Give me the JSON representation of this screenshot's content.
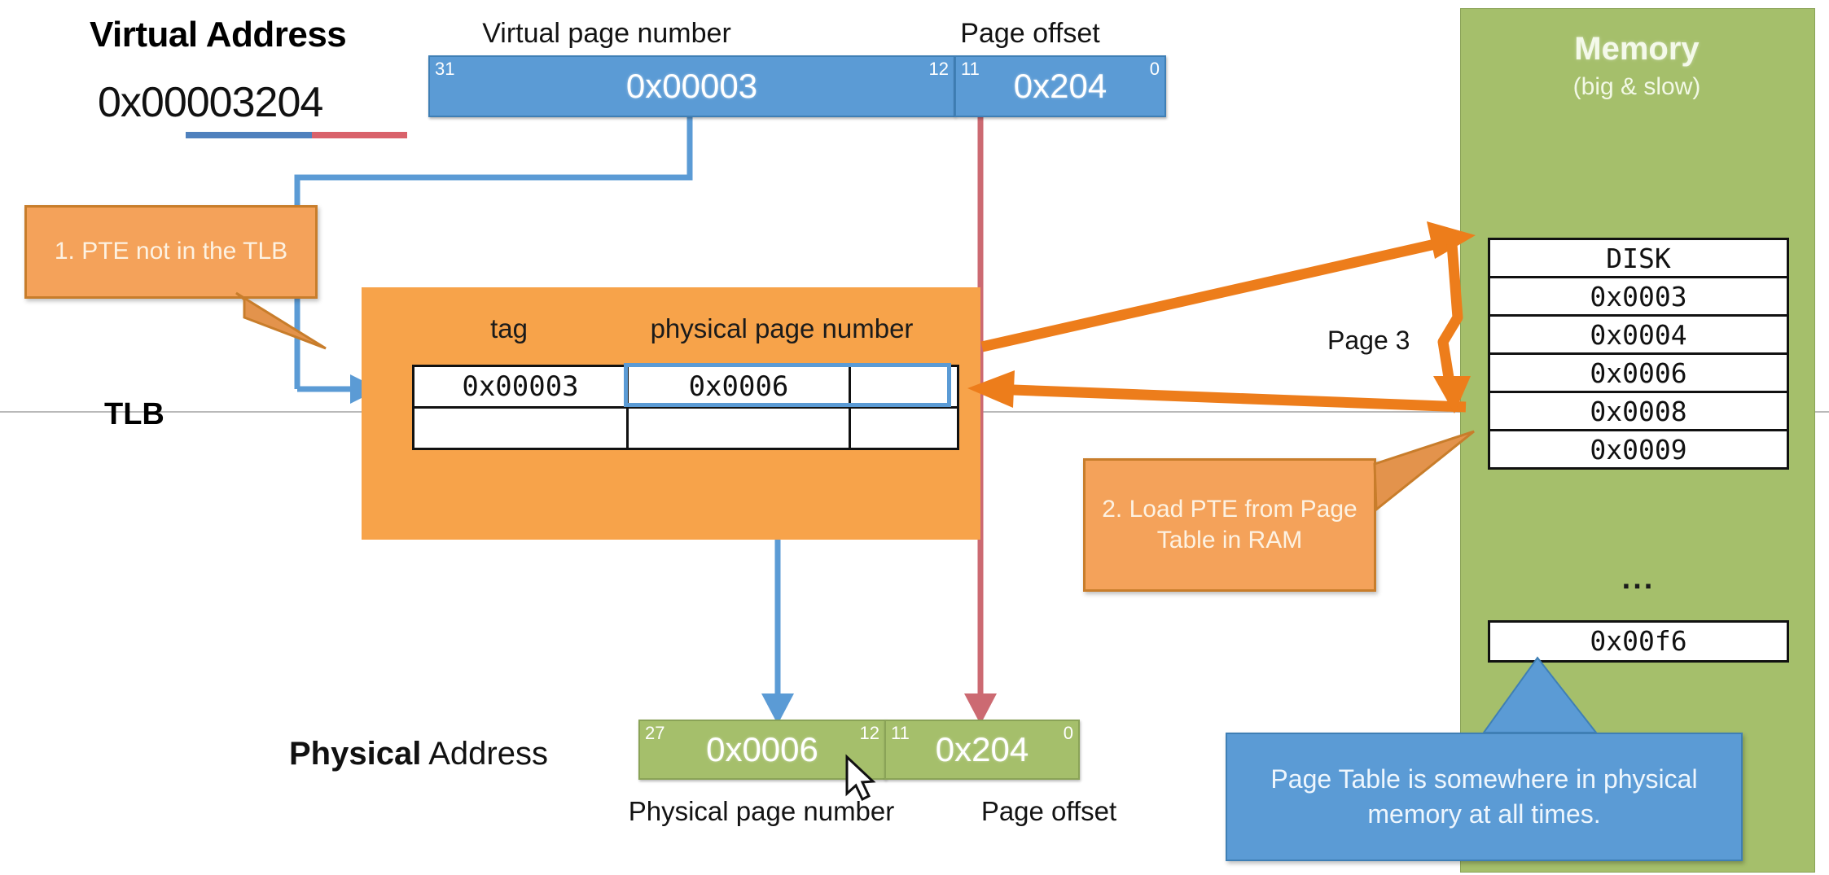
{
  "virtual_address": {
    "title": "Virtual Address",
    "value": "0x00003204",
    "vpn_caption": "Virtual page number",
    "offset_caption": "Page offset",
    "vpn_bit_high": "31",
    "vpn_bit_low": "12",
    "vpn_value": "0x00003",
    "offset_bit_high": "11",
    "offset_bit_low": "0",
    "offset_value": "0x204"
  },
  "tlb": {
    "label": "TLB",
    "header_tag": "tag",
    "header_ppn": "physical page number",
    "rows": [
      {
        "tag": "0x00003",
        "ppn": "0x0006",
        "extra": ""
      },
      {
        "tag": "",
        "ppn": "",
        "extra": ""
      }
    ]
  },
  "callouts": {
    "step1": "1. PTE not in the TLB",
    "step2": "2. Load PTE from Page Table in RAM"
  },
  "memory": {
    "title": "Memory",
    "subtitle": "(big & slow)",
    "page_label": "Page 3",
    "rows": [
      "DISK",
      "0x0003",
      "0x0004",
      "0x0006",
      "0x0008",
      "0x0009"
    ],
    "ellipsis": "...",
    "last_row": "0x00f6",
    "note": "Page Table is somewhere in physical memory at all times."
  },
  "physical_address": {
    "label_bold": "Physical",
    "label_rest": " Address",
    "ppn_bit_high": "27",
    "ppn_bit_low": "12",
    "ppn_value": "0x0006",
    "offset_bit_high": "11",
    "offset_bit_low": "0",
    "offset_value": "0x204",
    "ppn_caption": "Physical page number",
    "offset_caption": "Page offset"
  },
  "colors": {
    "blue": "#5b9bd5",
    "blue_dark": "#3f7fb5",
    "orange": "#f7a34a",
    "orange_callout": "#f4a25a",
    "orange_arrow": "#ed7d1b",
    "green": "#a5bf6b",
    "red": "#d9626b",
    "gray_line": "#b9b9b9"
  }
}
